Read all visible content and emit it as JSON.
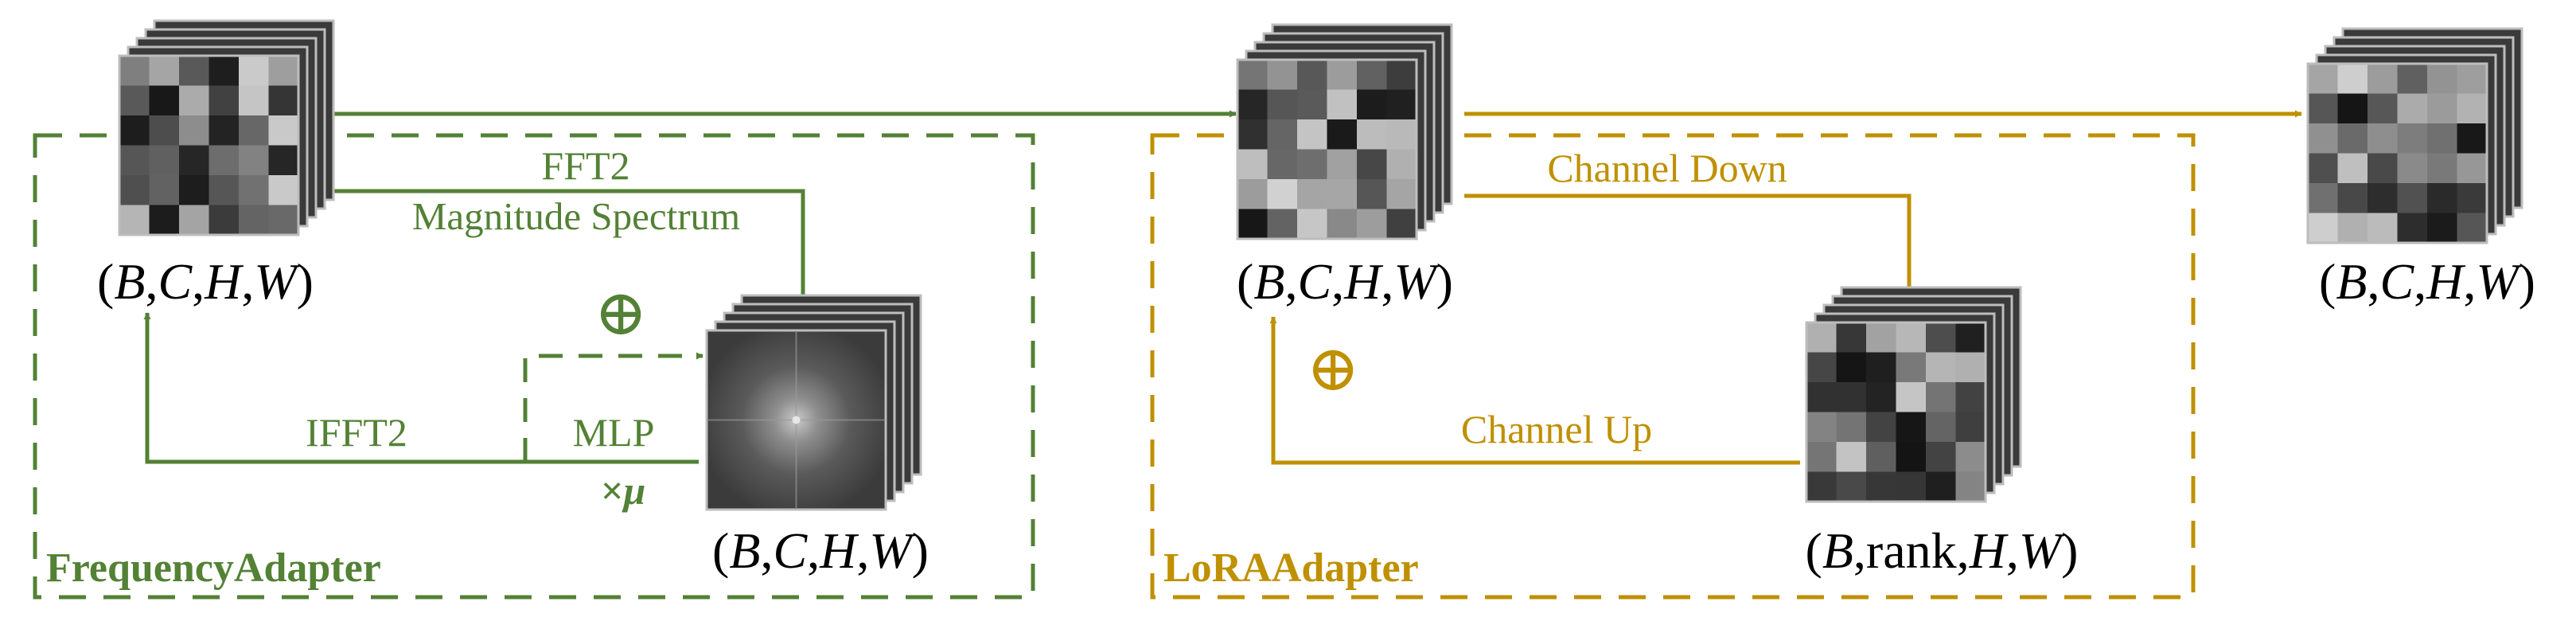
{
  "colors": {
    "green": "#538135",
    "gold": "#BF9000",
    "ink": "#000000",
    "background": "#FFFFFF"
  },
  "labels": {
    "fft2": "FFT2",
    "magnitude_spectrum": "Magnitude Spectrum",
    "ifft2": "IFFT2",
    "mlp": "MLP",
    "times_symbol": "×",
    "mu_symbol": "μ",
    "frequency_adapter": "FrequencyAdapter",
    "channel_down": "Channel Down",
    "channel_up": "Channel Up",
    "lora_adapter": "LoRAAdapter",
    "oplus": "⊕"
  },
  "shapes": {
    "bchw": [
      "(",
      "B",
      ",",
      "C",
      ",",
      "H",
      ",",
      "W",
      ")"
    ],
    "brhw": [
      "(",
      "B",
      ",",
      "rank",
      ",",
      "H",
      ",",
      "W",
      ")"
    ]
  },
  "icons": {
    "feature_map": "feature-map-stack-icon",
    "spectrum": "magnitude-spectrum-stack-icon",
    "add": "circled-plus-icon"
  }
}
